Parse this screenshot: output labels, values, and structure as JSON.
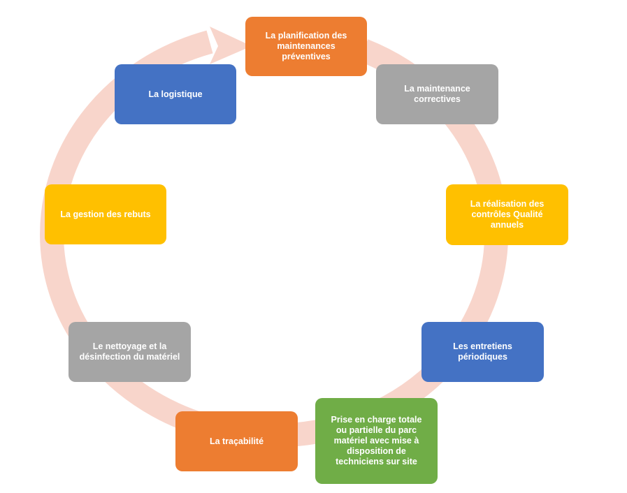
{
  "diagram": {
    "type": "cycle",
    "ring_color": "#f8d5cb",
    "nodes": [
      {
        "id": "planification",
        "label": "La planification des\nmaintenances\npréventives",
        "color": "#ed7d31"
      },
      {
        "id": "maintenance",
        "label": "La maintenance\ncorrectives",
        "color": "#a5a5a5"
      },
      {
        "id": "controles",
        "label": "La réalisation des\ncontrôles Qualité\nannuels",
        "color": "#ffc000"
      },
      {
        "id": "entretiens",
        "label": "Les entretiens\npériodiques",
        "color": "#4472c4"
      },
      {
        "id": "prise",
        "label": "Prise en charge totale\nou partielle du parc\nmatériel avec mise à\ndisposition de\ntechniciens sur site",
        "color": "#70ad47"
      },
      {
        "id": "tracabilite",
        "label": "La traçabilité",
        "color": "#ed7d31"
      },
      {
        "id": "nettoyage",
        "label": "Le nettoyage et la\ndésinfection du matériel",
        "color": "#a5a5a5"
      },
      {
        "id": "rebuts",
        "label": "La gestion des rebuts",
        "color": "#ffc000"
      },
      {
        "id": "logistique",
        "label": "La logistique",
        "color": "#4472c4"
      }
    ]
  }
}
